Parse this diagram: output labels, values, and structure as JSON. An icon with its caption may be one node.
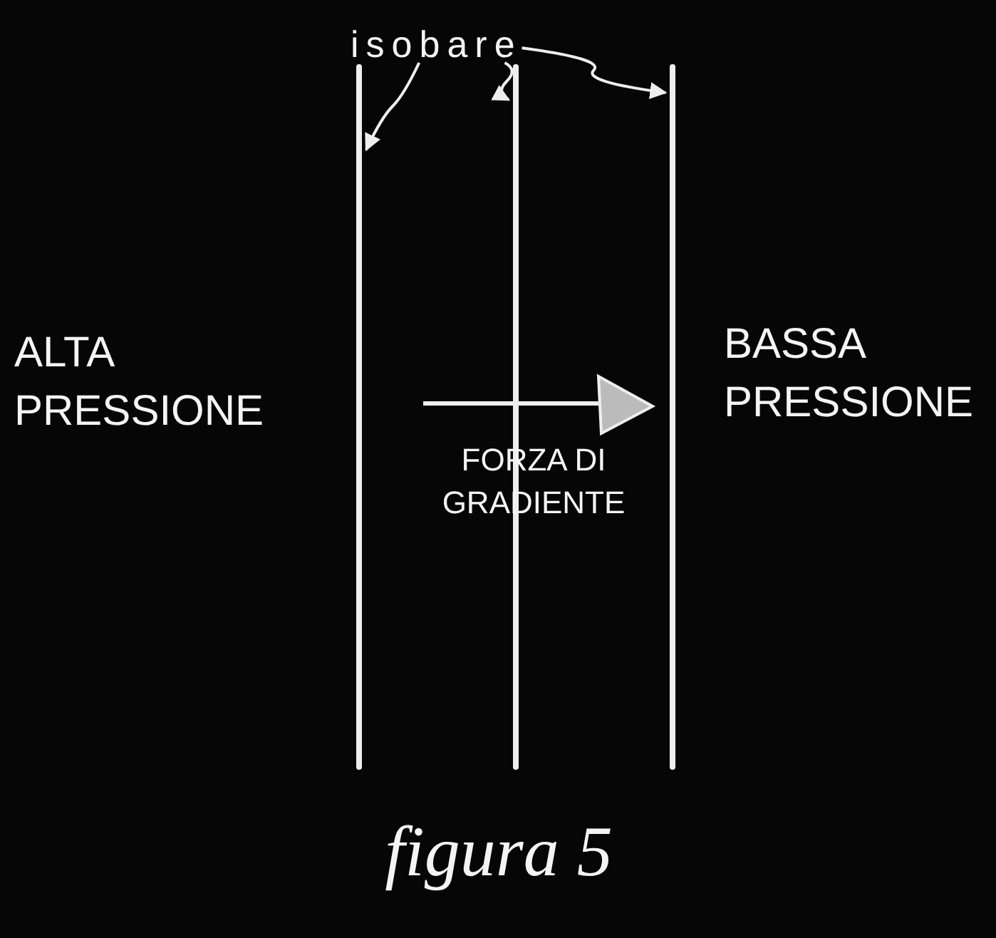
{
  "diagram": {
    "caption": "figura 5",
    "nodes": [
      {
        "text": [
          "isobare"
        ]
      },
      {
        "text": [],
        "shape": "bar"
      },
      {
        "text": [],
        "shape": "bar"
      },
      {
        "text": [],
        "shape": "bar"
      }
    ],
    "edges": [
      {
        "from": 0,
        "to": 1,
        "arrow": "to"
      },
      {
        "from": 0,
        "to": 2,
        "arrow": "to"
      },
      {
        "from": 0,
        "to": 3,
        "arrow": "to"
      }
    ],
    "labels": [
      "ALTA PRESSIONE",
      "BASSA PRESSIONE",
      "FORZA DI GRADIENTE"
    ]
  }
}
